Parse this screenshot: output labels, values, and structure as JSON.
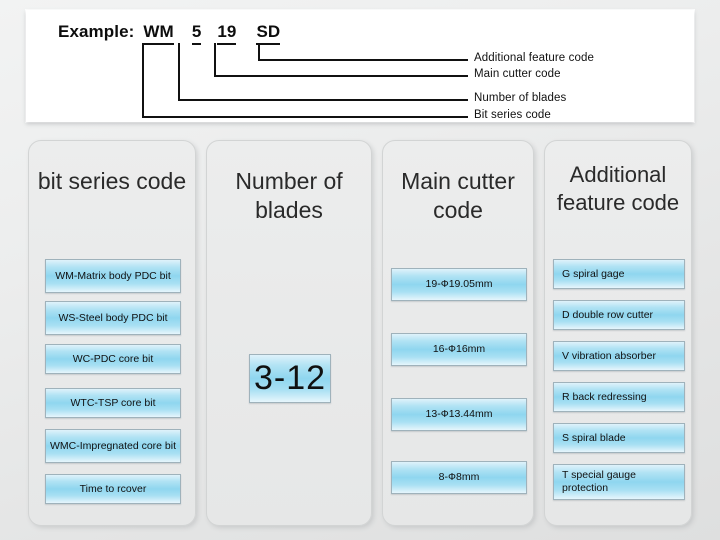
{
  "example": {
    "label": "Example:",
    "tokens": [
      {
        "text": "WM",
        "meaning": "Bit series code"
      },
      {
        "text": "5",
        "meaning": "Number of  blades"
      },
      {
        "text": "19",
        "meaning": "Main cutter code"
      },
      {
        "text": "SD",
        "meaning": "Additional feature code"
      }
    ],
    "callouts": [
      "Additional feature code",
      "Main cutter code",
      "Number of  blades",
      "Bit series code"
    ]
  },
  "columns": [
    {
      "title": "bit series code",
      "align": "center",
      "items": [
        "WM-Matrix body PDC bit",
        "WS-Steel body PDC bit",
        "WC-PDC core bit",
        "WTC-TSP core bit",
        "WMC-Impregnated core bit",
        "Time to rcover"
      ]
    },
    {
      "title": "Number of blades",
      "align": "center",
      "items": [
        "3-12"
      ]
    },
    {
      "title": "Main cutter code",
      "align": "center",
      "items": [
        "19-Ф19.05mm",
        "16-Ф16mm",
        "13-Ф13.44mm",
        "8-Ф8mm"
      ]
    },
    {
      "title": "Additional feature code",
      "align": "left",
      "items": [
        "G spiral gage",
        "D  double row cutter",
        "V vibration absorber",
        "R  back redressing",
        "S spiral blade",
        "T  special gauge protection"
      ]
    }
  ],
  "colors": {
    "chip_accent": "#8fd6ef",
    "panel_bg": "#eceded",
    "page_bg": "#e9eaea",
    "text": "#111111"
  }
}
